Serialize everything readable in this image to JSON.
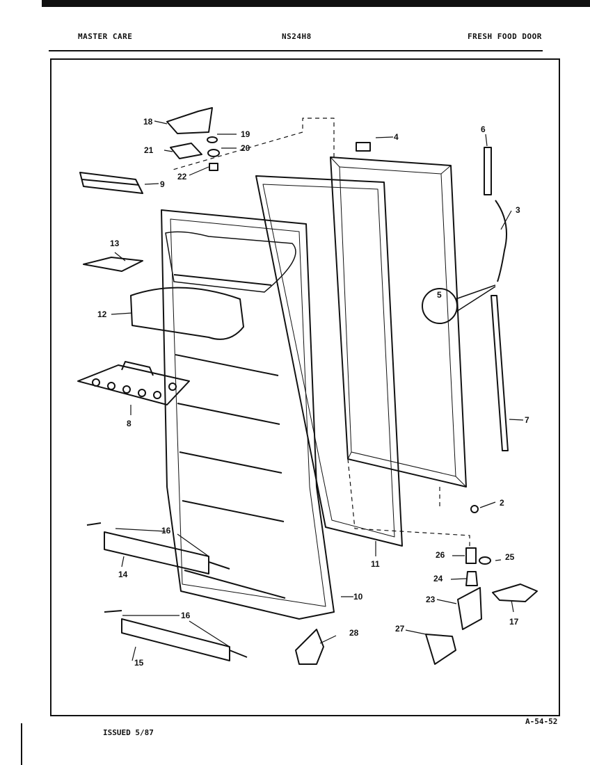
{
  "header": {
    "left": "MASTER CARE",
    "center": "NS24H8",
    "right": "FRESH FOOD DOOR"
  },
  "footer": {
    "issued": "ISSUED 5/87",
    "code": "A-54-52"
  },
  "callouts": [
    "2",
    "3",
    "4",
    "5",
    "6",
    "7",
    "8",
    "9",
    "10",
    "11",
    "12",
    "13",
    "14",
    "15",
    "16",
    "16",
    "17",
    "18",
    "19",
    "20",
    "21",
    "22",
    "23",
    "24",
    "25",
    "26",
    "27",
    "28"
  ]
}
